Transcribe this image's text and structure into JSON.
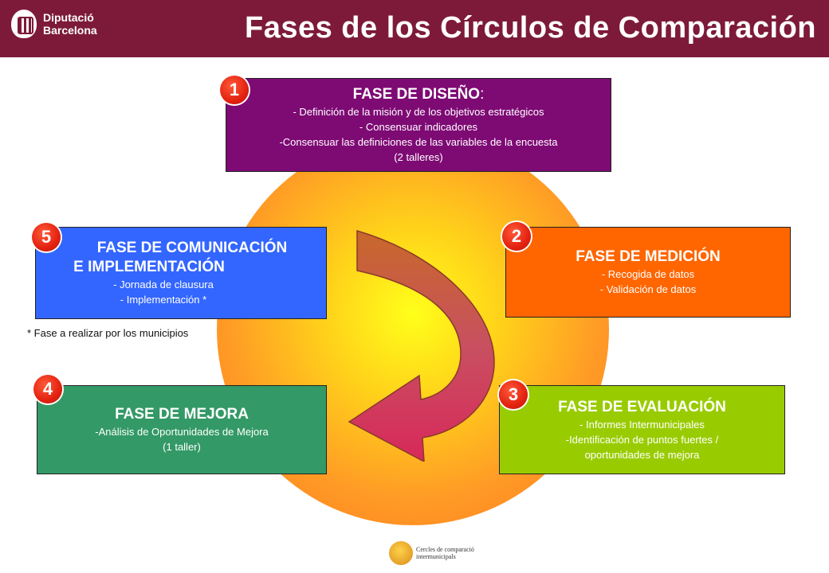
{
  "header": {
    "logo_line1": "Diputació",
    "logo_line2": "Barcelona",
    "title": "Fases de los Círculos de Comparación"
  },
  "phases": [
    {
      "number": "1",
      "title": "FASE DE DISEÑO",
      "title_suffix": ":",
      "lines": [
        "- Definición de la misión y de los objetivos estratégicos",
        "- Consensuar indicadores",
        "-Consensuar las definiciones de las variables de la encuesta",
        "(2 talleres)"
      ],
      "color": "#7e0a74"
    },
    {
      "number": "2",
      "title": "FASE DE MEDICIÓN",
      "lines": [
        "-  Recogida de datos",
        "-  Validación de datos"
      ],
      "color": "#ff6600"
    },
    {
      "number": "3",
      "title": "FASE DE EVALUACIÓN",
      "lines": [
        "-  Informes Intermunicipales",
        "-Identificación de puntos fuertes /",
        "oportunidades de mejora"
      ],
      "color": "#99cc00"
    },
    {
      "number": "4",
      "title": "FASE DE MEJORA",
      "lines": [
        "-Análisis de Oportunidades de Mejora",
        "(1 taller)"
      ],
      "color": "#339966"
    },
    {
      "number": "5",
      "title_line1": "FASE DE COMUNICACIÓN",
      "title_line2": "E IMPLEMENTACIÓN",
      "lines": [
        "- Jornada de clausura",
        "- Implementación *"
      ],
      "color": "#3366ff"
    }
  ],
  "footnote": "* Fase a realizar por los municipios",
  "footer": {
    "logo_line1": "Cercles de comparació",
    "logo_line2": "intermunicipals"
  }
}
